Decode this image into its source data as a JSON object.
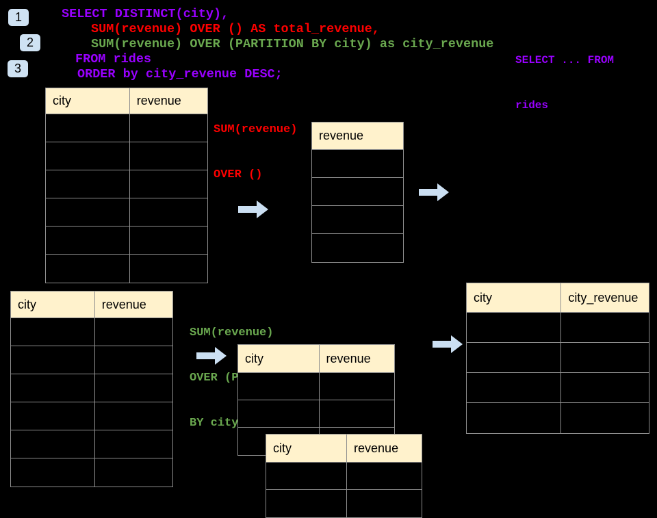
{
  "colors": {
    "background": "#000000",
    "sql_purple": "#9900ff",
    "sql_red": "#fe0000",
    "sql_green": "#6aa84f",
    "table_header_bg": "#fff2cc",
    "table_border": "#8f8f8f",
    "badge_bg": "#cfe2f3",
    "arrow_fill": "#cbdff2"
  },
  "badges": [
    {
      "label": "1"
    },
    {
      "label": "2"
    },
    {
      "label": "3"
    }
  ],
  "sql_main": {
    "lines": [
      {
        "text": "SELECT DISTINCT(city),",
        "color": "purple"
      },
      {
        "text": "SUM(revenue) OVER () AS total_revenue,",
        "color": "red"
      },
      {
        "text": "SUM(revenue) OVER (PARTITION BY city) as city_revenue",
        "color": "green"
      },
      {
        "text": "FROM rides",
        "color": "purple"
      },
      {
        "text": "ORDER by city_revenue DESC;",
        "color": "purple"
      }
    ]
  },
  "sql_side_note": {
    "lines": [
      "SELECT ... FROM",
      "rides"
    ],
    "color": "purple"
  },
  "annotations": {
    "total_window": {
      "lines": [
        "SUM(revenue)",
        "OVER ()"
      ],
      "color": "red"
    },
    "partition_window": {
      "lines": [
        "SUM(revenue)",
        "OVER (PARTITION",
        "BY city)"
      ],
      "color": "green"
    }
  },
  "tables": {
    "source_top": {
      "headers": [
        "city",
        "revenue"
      ],
      "body_rows": 6
    },
    "total_result": {
      "headers": [
        "revenue"
      ],
      "body_rows": 4
    },
    "source_bottom": {
      "headers": [
        "city",
        "revenue"
      ],
      "body_rows": 6
    },
    "partition_step": {
      "headers": [
        "city",
        "revenue"
      ],
      "body_rows": 3
    },
    "partition_step_overlay": {
      "headers": [
        "city",
        "revenue"
      ],
      "body_rows": 2
    },
    "partition_result": {
      "headers": [
        "city",
        "city_revenue"
      ],
      "body_rows": 4
    }
  },
  "arrows": [
    {
      "name": "arrow-source-to-total"
    },
    {
      "name": "arrow-total-to-result"
    },
    {
      "name": "arrow-source-to-partition"
    },
    {
      "name": "arrow-partition-to-result"
    }
  ]
}
